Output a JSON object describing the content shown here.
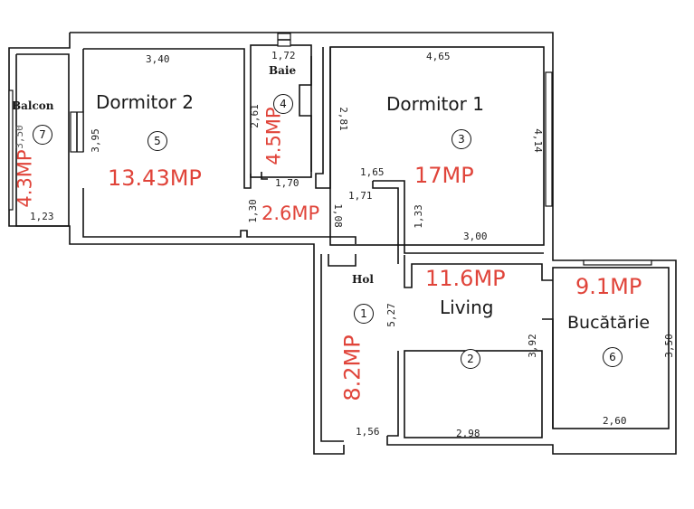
{
  "plan": {
    "accent_color": "#e0443a",
    "wall_color": "#111111",
    "rooms": [
      {
        "id": "hol",
        "name": "Hol",
        "number": "1",
        "area": "8.2MP",
        "dims": [
          "5,27",
          "1,56"
        ]
      },
      {
        "id": "living",
        "name": "Living",
        "number": "2",
        "area": "11.6MP",
        "dims": [
          "3,92",
          "2,98"
        ]
      },
      {
        "id": "dormitor1",
        "name": "Dormitor 1",
        "number": "3",
        "area": "17MP",
        "dims": [
          "4,65",
          "4,14",
          "3,00",
          "1,33"
        ]
      },
      {
        "id": "baie",
        "name": "Baie",
        "number": "4",
        "area": "4.5MP",
        "dims": [
          "1,72",
          "2,61",
          "2,81",
          "1,70"
        ]
      },
      {
        "id": "dormitor2",
        "name": "Dormitor 2",
        "number": "5",
        "area": "13.43MP",
        "dims": [
          "3,40",
          "3,95"
        ]
      },
      {
        "id": "bucatarie",
        "name": "Bucătărie",
        "number": "6",
        "area": "9.1MP",
        "dims": [
          "3,50",
          "2,60"
        ]
      },
      {
        "id": "balcon",
        "name": "Balcon",
        "number": "7",
        "area": "4.3MP",
        "dims": [
          "3,50",
          "1,23"
        ]
      },
      {
        "id": "hallway",
        "name": "",
        "number": "",
        "area": "2.6MP",
        "dims": [
          "1,30",
          "1,08",
          "1,65",
          "1,71"
        ]
      }
    ]
  }
}
